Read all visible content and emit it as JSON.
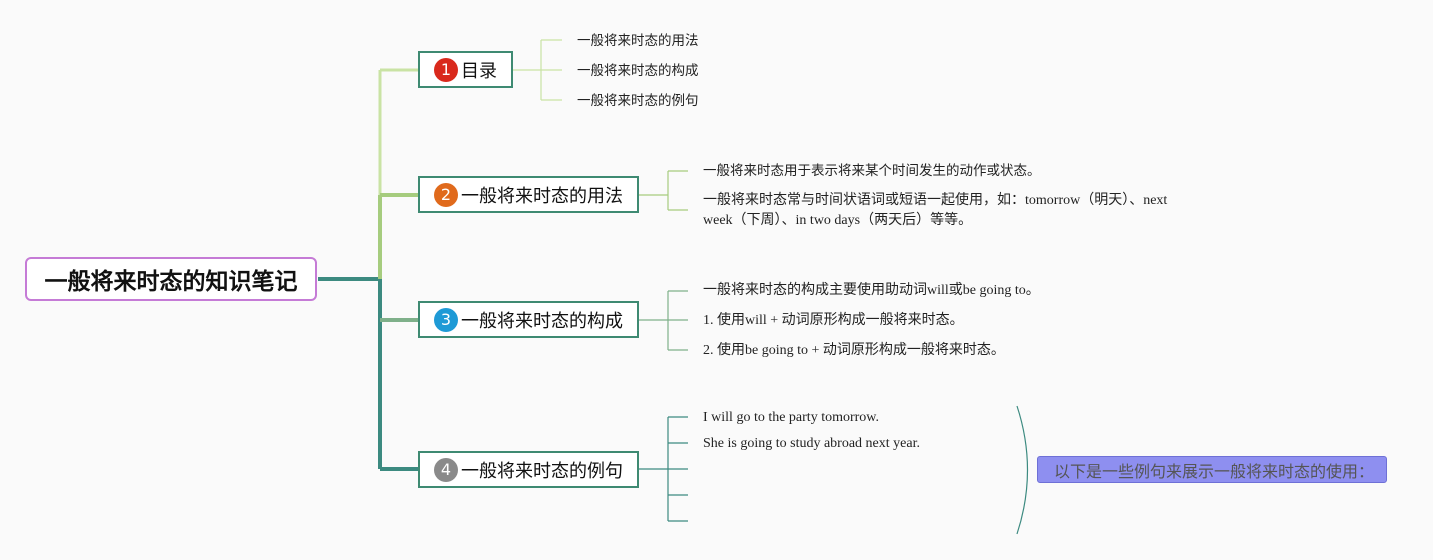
{
  "root": {
    "title": "一般将来时态的知识笔记"
  },
  "branches": [
    {
      "number": "1",
      "color": "#d9291c",
      "label": "目录"
    },
    {
      "number": "2",
      "color": "#e06a1c",
      "label": "一般将来时态的用法"
    },
    {
      "number": "3",
      "color": "#1e9ad6",
      "label": "一般将来时态的构成"
    },
    {
      "number": "4",
      "color": "#8a8a8a",
      "label": "一般将来时态的例句"
    }
  ],
  "toc_items": [
    "一般将来时态的用法",
    "一般将来时态的构成",
    "一般将来时态的例句"
  ],
  "usage_items": [
    "一般将来时态用于表示将来某个时间发生的动作或状态。",
    "一般将来时态常与时间状语词或短语一起使用，如：tomorrow（明天）、next week（下周）、in two days（两天后）等等。"
  ],
  "structure_items": [
    "一般将来时态的构成主要使用助动词will或be going to。",
    "1. 使用will + 动词原形构成一般将来时态。",
    "2. 使用be going to + 动词原形构成一般将来时态。"
  ],
  "example_items": [
    "I will go to the party tomorrow.",
    "She is going to study abroad next year."
  ],
  "summary": {
    "text": "以下是一些例句来展示一般将来时态的使用："
  },
  "colors": {
    "branch1_line": "#c9e3a4",
    "branch2_line": "#a6cc7e",
    "branch3_line": "#7fb08a",
    "branch4_line": "#3c8a80",
    "node_border": "#3e8a72",
    "root_border": "#c57bd6",
    "summary_fill": "#8e8ff0"
  }
}
